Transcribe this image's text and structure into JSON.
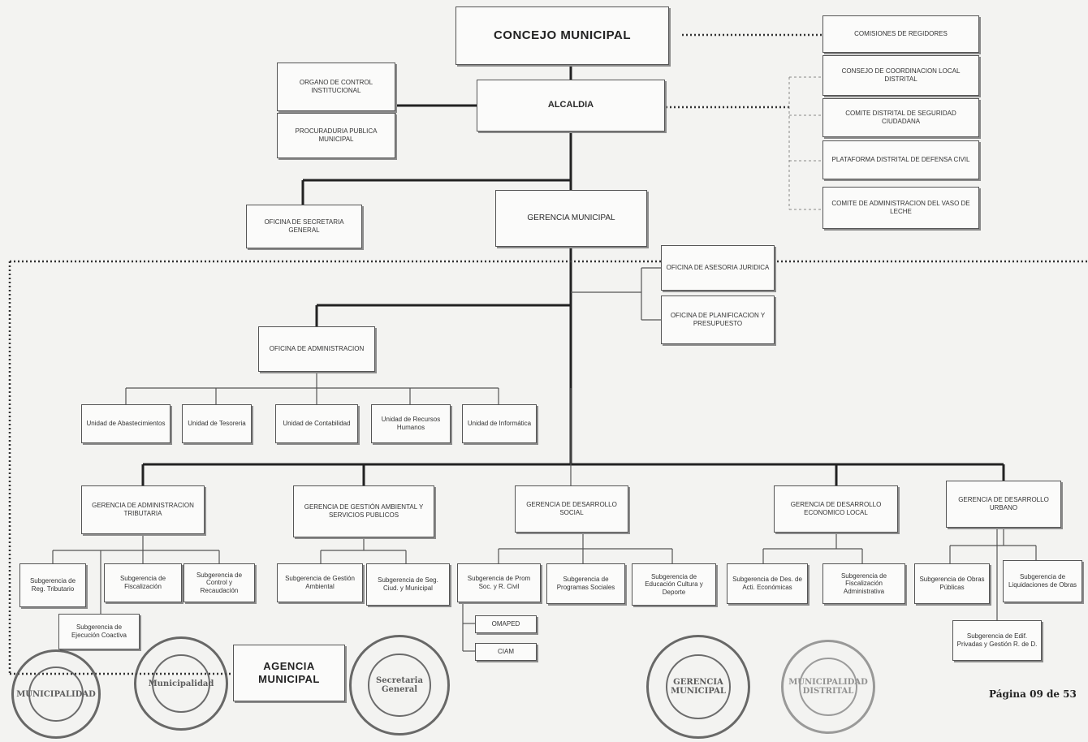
{
  "nodes": {
    "concejo": "CONCEJO MUNICIPAL",
    "comisiones": "COMISIONES DE REGIDORES",
    "consejo_coord": "CONSEJO DE COORDINACION LOCAL DISTRITAL",
    "comite_seguridad": "COMITE DISTRITAL DE SEGURIDAD CIUDADANA",
    "plataforma": "PLATAFORMA DISTRITAL DE DEFENSA CIVIL",
    "comite_vaso": "COMITE DE ADMINISTRACION DEL VASO DE LECHE",
    "organo_control": "ORGANO DE CONTROL INSTITUCIONAL",
    "procuraduria": "PROCURADURIA PUBLICA MUNICIPAL",
    "alcaldia": "ALCALDIA",
    "secretaria": "OFICINA DE SECRETARIA GENERAL",
    "gerencia_municipal": "GERENCIA MUNICIPAL",
    "asesoria": "OFICINA DE ASESORIA JURIDICA",
    "planificacion": "OFICINA DE PLANIFICACION Y PRESUPUESTO",
    "administracion": "OFICINA DE ADMINISTRACION",
    "u_abast": "Unidad de Abastecimientos",
    "u_teso": "Unidad de Tesoreria",
    "u_conta": "Unidad de Contabilidad",
    "u_rrhh": "Unidad de Recursos Humanos",
    "u_info": "Unidad de Informática",
    "g_tributaria": "GERENCIA DE ADMINISTRACION TRIBUTARIA",
    "g_ambiental": "GERENCIA DE GESTIÓN AMBIENTAL Y SERVICIOS PUBLICOS",
    "g_social": "GERENCIA DE DESARROLLO SOCIAL",
    "g_economico": "GERENCIA DE DESARROLLO ECONOMICO LOCAL",
    "g_urbano": "GERENCIA DE DESARROLLO URBANO",
    "s_reg_trib": "Subgerencia de Reg. Tributario",
    "s_fiscalizacion": "Subgerencia de Fiscalización",
    "s_control": "Subgerencia de Control y Recaudación",
    "s_ejecucion": "Subgerencia de Ejecución Coactiva",
    "s_gestion_amb": "Subgerencia de Gestión Ambiental",
    "s_seg_ciud": "Subgerencia de Seg. Ciud. y Municipal",
    "s_prom_soc": "Subgerencia de Prom Soc. y R. Civil",
    "s_programas": "Subgerencia de Programas Sociales",
    "s_educacion": "Subgerencia de Educación Cultura y Deporte",
    "s_des_act": "Subgerencia de Des. de Acti. Económicas",
    "s_fisc_adm": "Subgerencia de Fiscalización Administrativa",
    "s_obras": "Subgerencia de Obras Públicas",
    "s_liquid": "Subgerencia de Liquidaciones de Obras",
    "s_edif": "Subgerencia de Edif. Privadas y Gestión R. de D.",
    "omaped": "OMAPED",
    "ciam": "CIAM",
    "agencia": "AGENCIA MUNICIPAL"
  },
  "stamps": [
    "MUNICIPALIDAD",
    "Municipalidad",
    "Secretaria General",
    "MUNICIPALIDAD DISTRITAL",
    "GERENCIA MUNICIPAL"
  ],
  "footer": {
    "page": "Página 09 de 53"
  },
  "colors": {
    "line": "#222222",
    "box_border": "#555555",
    "background": "#f3f3f1"
  }
}
